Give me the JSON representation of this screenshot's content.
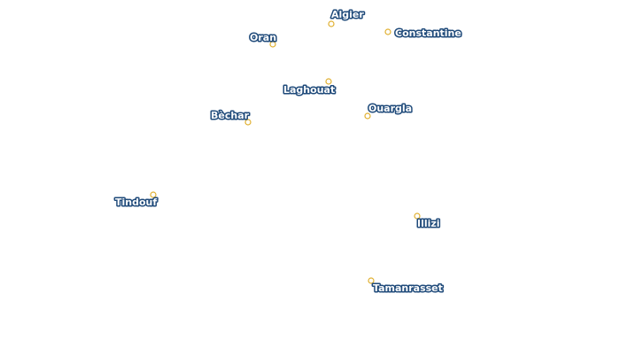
{
  "map": {
    "marker_color": "#e0b030",
    "label_fill_color": "#ffffff",
    "label_halo_color": "#1f4a7a",
    "cities": [
      {
        "id": "algier",
        "name": "Algier"
      },
      {
        "id": "oran",
        "name": "Oran"
      },
      {
        "id": "constantine",
        "name": "Constantine"
      },
      {
        "id": "laghouat",
        "name": "Laghouat"
      },
      {
        "id": "ouargla",
        "name": "Ouargla"
      },
      {
        "id": "bechar",
        "name": "Bèchar"
      },
      {
        "id": "tindouf",
        "name": "Tindouf"
      },
      {
        "id": "illizi",
        "name": "Illizi"
      },
      {
        "id": "tamanrasset",
        "name": "Tamanrasset"
      }
    ]
  }
}
